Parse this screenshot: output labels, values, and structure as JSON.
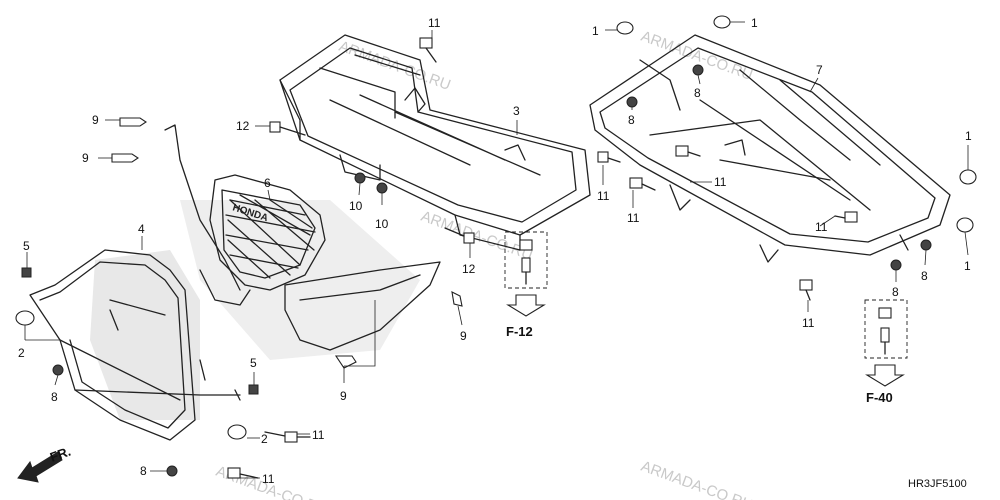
{
  "diagram": {
    "code": "HR3JF5100",
    "watermark": "ARMADA-CO.RU",
    "front_label": "FR.",
    "refs": [
      {
        "label": "F-12"
      },
      {
        "label": "F-40"
      }
    ],
    "callouts": [
      {
        "id": "c11a",
        "text": "11"
      },
      {
        "id": "c1a",
        "text": "1"
      },
      {
        "id": "c1b",
        "text": "1"
      },
      {
        "id": "c7",
        "text": "7"
      },
      {
        "id": "c8a",
        "text": "8"
      },
      {
        "id": "c8b",
        "text": "8"
      },
      {
        "id": "c9a",
        "text": "9"
      },
      {
        "id": "c9b",
        "text": "9"
      },
      {
        "id": "c12a",
        "text": "12"
      },
      {
        "id": "c3",
        "text": "3"
      },
      {
        "id": "c1c",
        "text": "1"
      },
      {
        "id": "c11b",
        "text": "11"
      },
      {
        "id": "c6",
        "text": "6"
      },
      {
        "id": "c10a",
        "text": "10"
      },
      {
        "id": "c10b",
        "text": "10"
      },
      {
        "id": "c11c",
        "text": "11"
      },
      {
        "id": "c11d",
        "text": "11"
      },
      {
        "id": "c11e",
        "text": "11"
      },
      {
        "id": "c4",
        "text": "4"
      },
      {
        "id": "c5a",
        "text": "5"
      },
      {
        "id": "c12b",
        "text": "12"
      },
      {
        "id": "c8c",
        "text": "8"
      },
      {
        "id": "c8d",
        "text": "8"
      },
      {
        "id": "c1d",
        "text": "1"
      },
      {
        "id": "c2a",
        "text": "2"
      },
      {
        "id": "c9c",
        "text": "9"
      },
      {
        "id": "c11f",
        "text": "11"
      },
      {
        "id": "c8e",
        "text": "8"
      },
      {
        "id": "c5b",
        "text": "5"
      },
      {
        "id": "c9d",
        "text": "9"
      },
      {
        "id": "c2b",
        "text": "2"
      },
      {
        "id": "c11g",
        "text": "11"
      },
      {
        "id": "c8f",
        "text": "8"
      },
      {
        "id": "c11h",
        "text": "11"
      }
    ]
  }
}
